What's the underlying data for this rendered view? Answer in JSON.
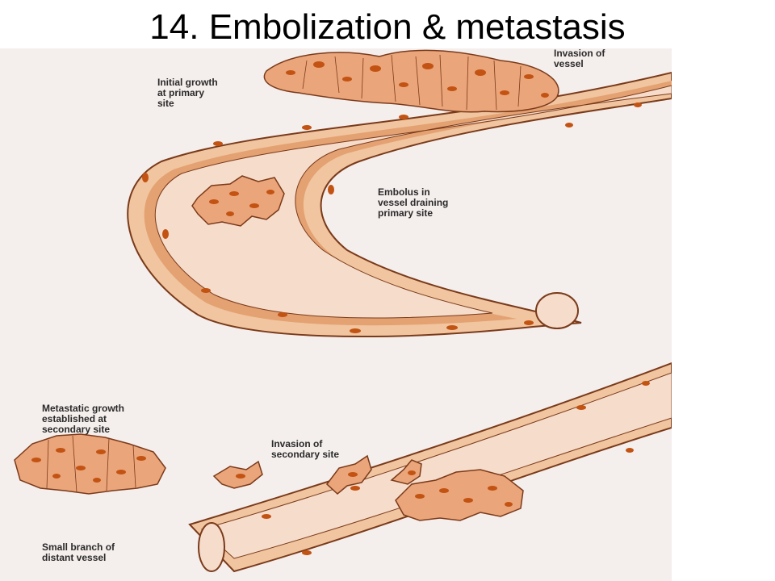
{
  "slide": {
    "title": "14. Embolization & metastasis"
  },
  "figure": {
    "colors": {
      "background": "#f4eeec",
      "wall": "#f0c59f",
      "wall_dark": "#cf7f4a",
      "lumen": "#f6dccb",
      "outline": "#7a3a1a",
      "cell": "#eba57a",
      "nucleus": "#c35312"
    },
    "labels": {
      "initial_growth": [
        "Initial growth",
        "at primary",
        "site"
      ],
      "invasion_vessel": [
        "Invasion of",
        "vessel"
      ],
      "embolus": [
        "Embolus in",
        "vessel draining",
        "primary site"
      ],
      "metastatic_growth": [
        "Metastatic growth",
        "established at",
        "secondary site"
      ],
      "invasion_secondary": [
        "Invasion of",
        "secondary site"
      ],
      "small_branch": [
        "Small branch of",
        "distant vessel"
      ]
    }
  }
}
